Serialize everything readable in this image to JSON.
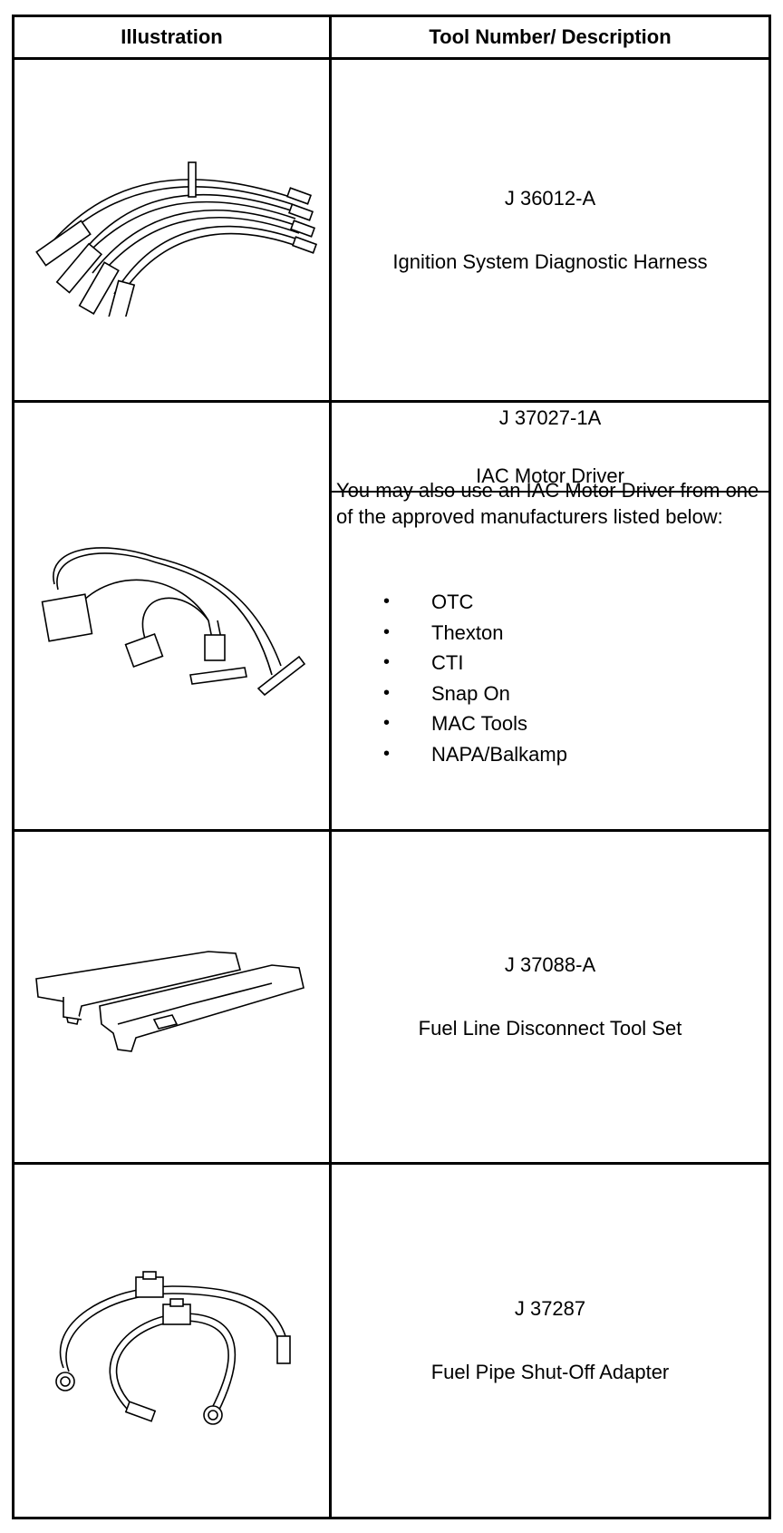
{
  "table": {
    "headers": [
      "Illustration",
      "Tool Number/ Description"
    ],
    "rows": [
      {
        "tool_number": "J 36012-A",
        "description": "Ignition System Diagnostic Harness",
        "illustration_icon": "ignition-harness-icon"
      },
      {
        "tool_number": "J 37027-1A",
        "description": "IAC Motor Driver",
        "illustration_icon": "iac-motor-driver-icon",
        "note": "You may also use an IAC Motor Driver from one of the approved manufacturers listed below:",
        "manufacturers": [
          "OTC",
          "Thexton",
          "CTI",
          "Snap On",
          "MAC Tools",
          "NAPA/Balkamp"
        ]
      },
      {
        "tool_number": "J 37088-A",
        "description": "Fuel Line Disconnect Tool Set",
        "illustration_icon": "fuel-line-disconnect-tool-icon"
      },
      {
        "tool_number": "J 37287",
        "description": "Fuel Pipe Shut-Off Adapter",
        "illustration_icon": "fuel-pipe-adapter-icon"
      }
    ]
  }
}
